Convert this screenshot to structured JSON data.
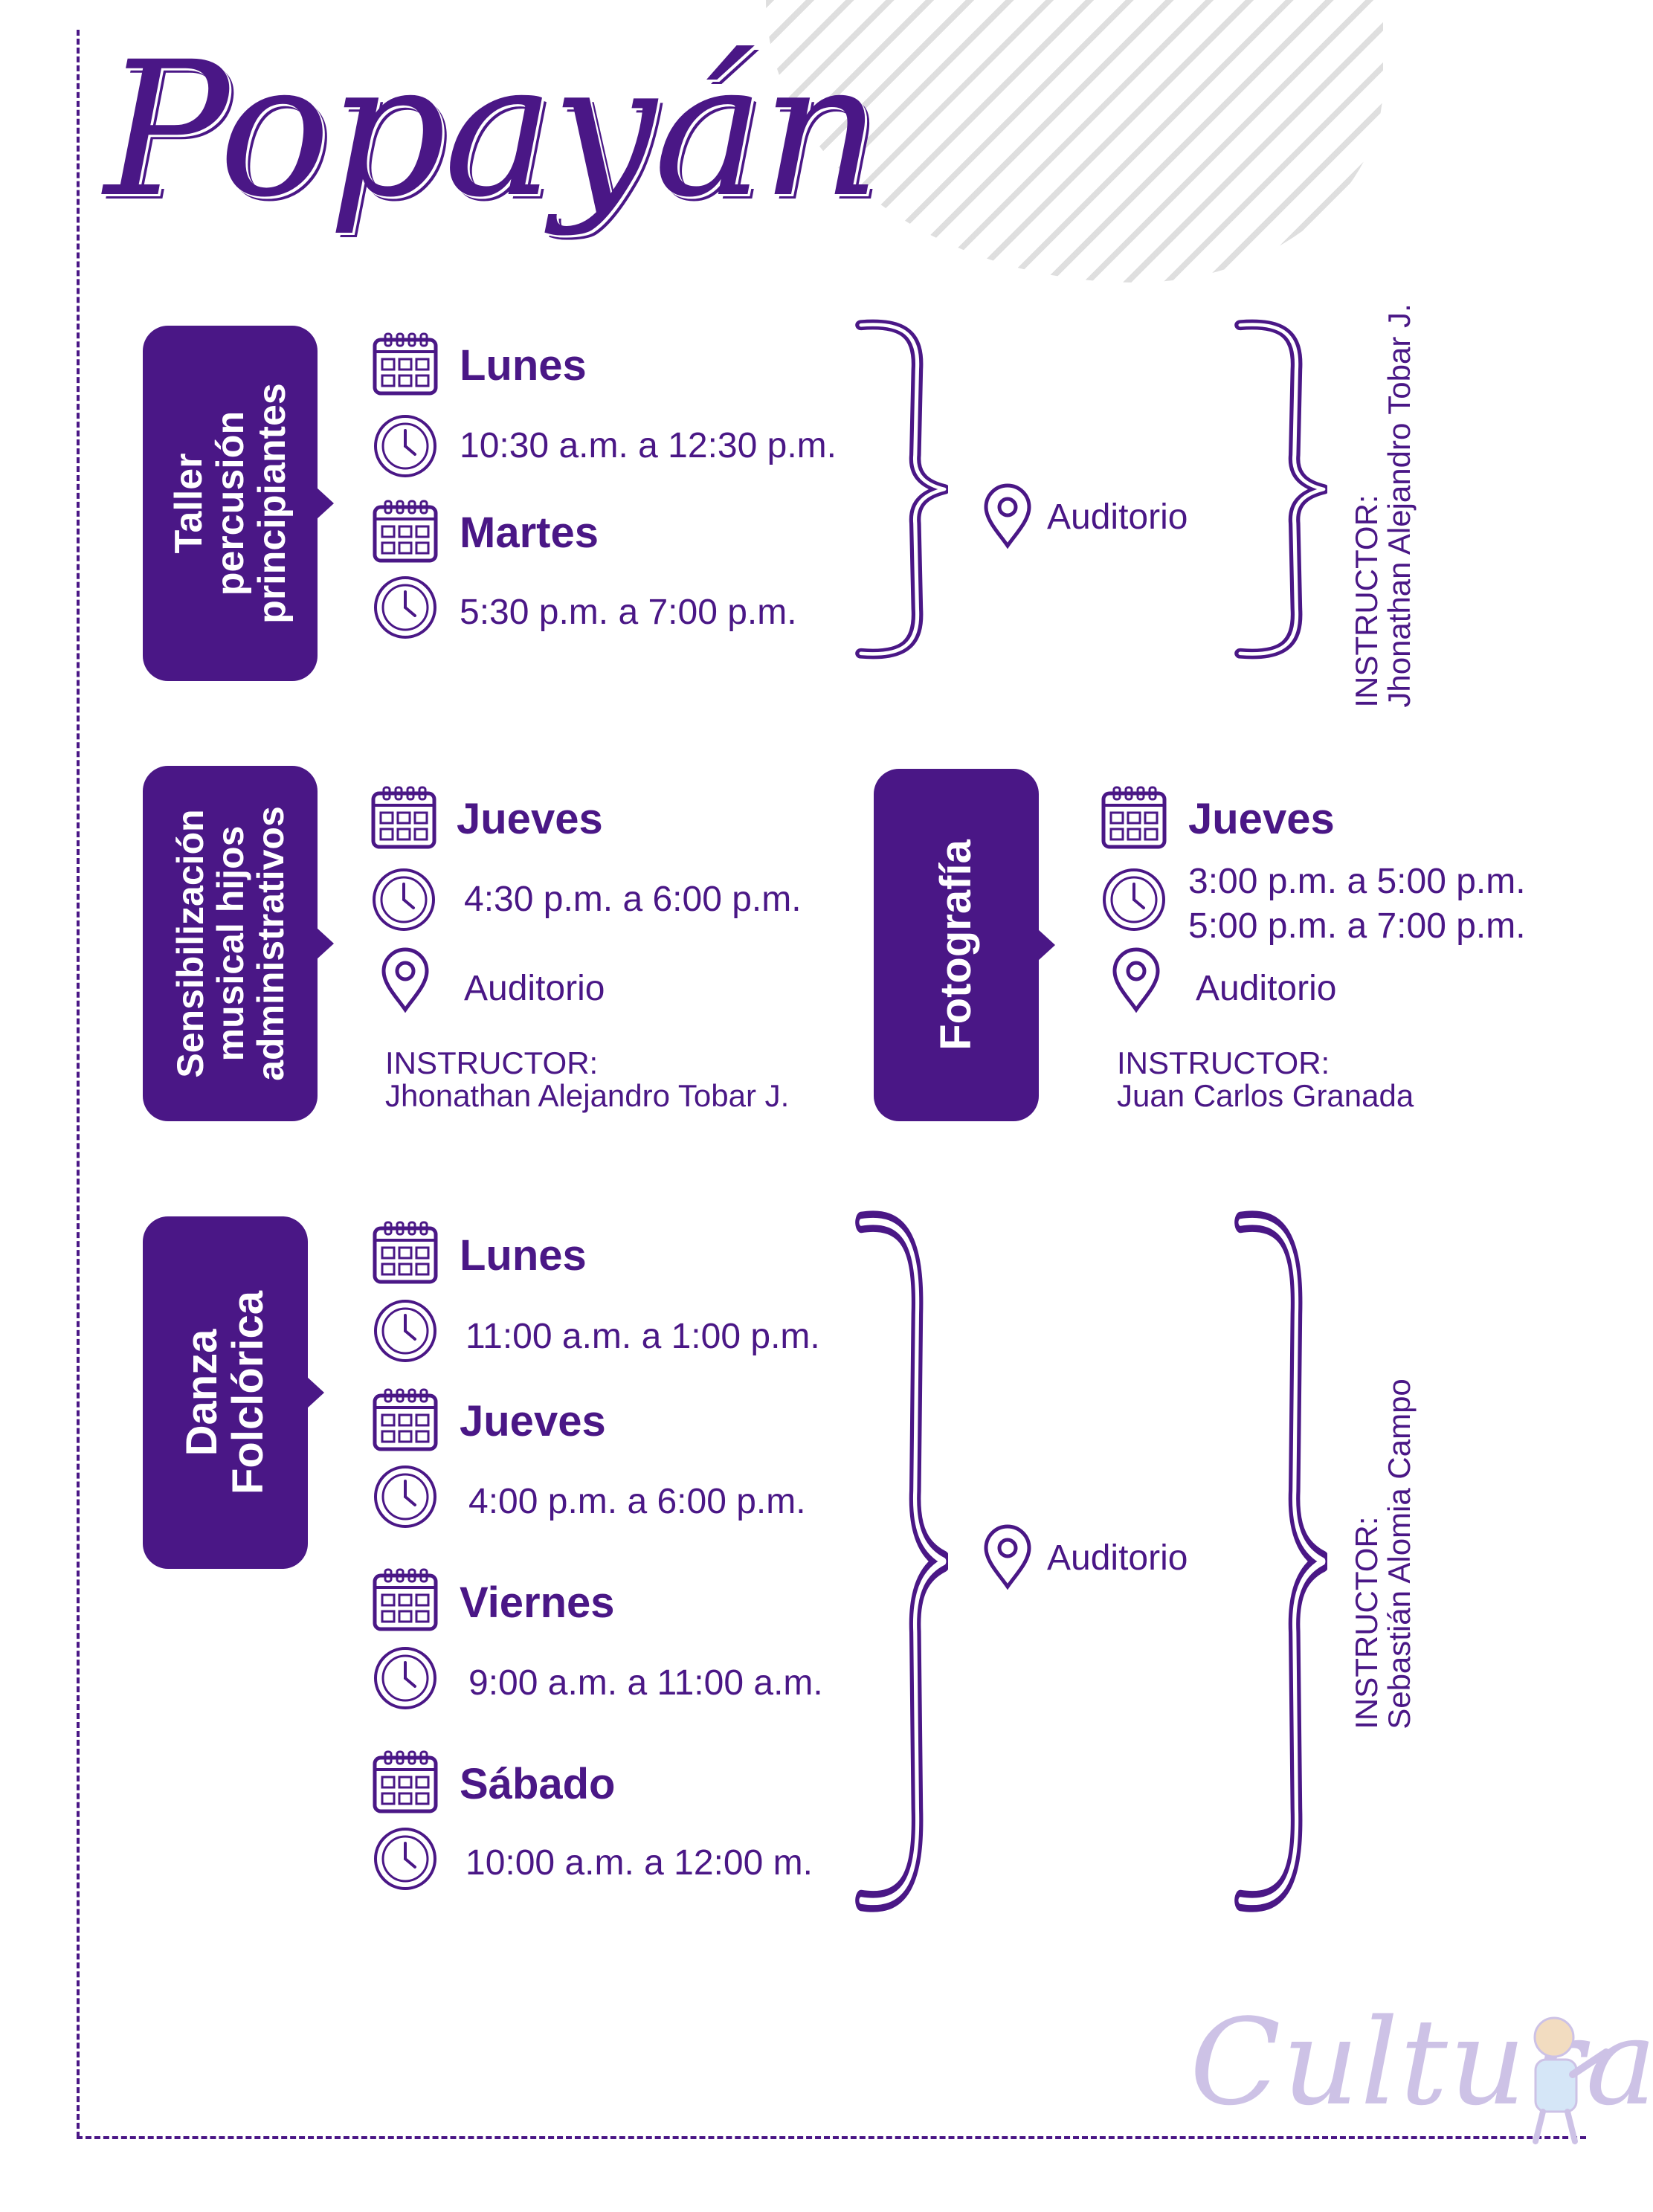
{
  "title": "Popayán",
  "logo_text": "Cultura",
  "icons": {
    "calendar": "calendar-icon",
    "clock": "clock-icon",
    "location": "location-pin-icon"
  },
  "colors": {
    "primary": "#4a1786",
    "logo": "#cdc2e6",
    "stripes": "#d9d9d9"
  },
  "section1": {
    "badge_lines": [
      "Taller",
      "percusión",
      "principiantes"
    ],
    "day1": "Lunes",
    "time1": "10:30 a.m. a 12:30 p.m.",
    "day2": "Martes",
    "time2": "5:30 p.m. a 7:00 p.m.",
    "location": "Auditorio",
    "instructor_label": "INSTRUCTOR:",
    "instructor_name": "Jhonathan Alejandro Tobar J."
  },
  "section2": {
    "badge_lines": [
      "Sensibilización",
      "musical hijos",
      "administrativos"
    ],
    "day": "Jueves",
    "time": "4:30 p.m. a 6:00 p.m.",
    "location": "Auditorio",
    "instructor_label": "INSTRUCTOR:",
    "instructor_name": "Jhonathan Alejandro Tobar J."
  },
  "section3": {
    "badge_lines": [
      "Fotografía"
    ],
    "day": "Jueves",
    "time1": "3:00 p.m. a 5:00 p.m.",
    "time2": "5:00 p.m. a 7:00 p.m.",
    "location": "Auditorio",
    "instructor_label": "INSTRUCTOR:",
    "instructor_name": "Juan Carlos Granada"
  },
  "section4": {
    "badge_lines": [
      "Danza",
      "Folclórica"
    ],
    "day1": "Lunes",
    "time1": "11:00 a.m. a 1:00 p.m.",
    "day2": "Jueves",
    "time2": "4:00 p.m. a 6:00 p.m.",
    "day3": "Viernes",
    "time3": "9:00 a.m. a 11:00 a.m.",
    "day4": "Sábado",
    "time4": "10:00 a.m. a 12:00 m.",
    "location": "Auditorio",
    "instructor_label": "INSTRUCTOR:",
    "instructor_name": "Sebastián Alomia Campo"
  }
}
